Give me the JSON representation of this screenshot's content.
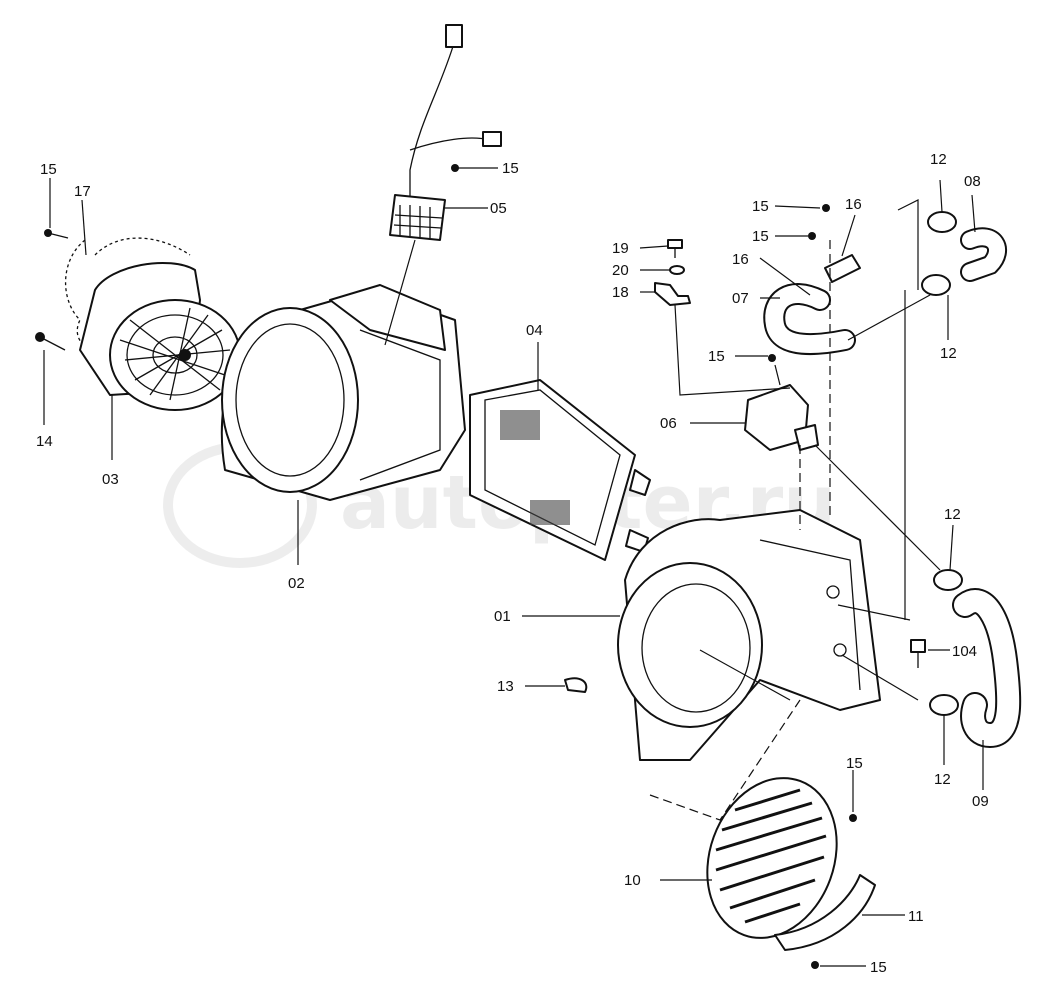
{
  "watermark": "autopiter.ru",
  "callouts": {
    "c01": "01",
    "c02": "02",
    "c03": "03",
    "c04": "04",
    "c05": "05",
    "c06": "06",
    "c07": "07",
    "c08": "08",
    "c09": "09",
    "c10": "10",
    "c11": "11",
    "c12a": "12",
    "c12b": "12",
    "c12c": "12",
    "c12d": "12",
    "c13": "13",
    "c14": "14",
    "c15a": "15",
    "c15b": "15",
    "c15c": "15",
    "c15d": "15",
    "c15e": "15",
    "c15f": "15",
    "c15g": "15",
    "c16a": "16",
    "c16b": "16",
    "c17": "17",
    "c18": "18",
    "c19": "19",
    "c20": "20",
    "c104": "104"
  }
}
